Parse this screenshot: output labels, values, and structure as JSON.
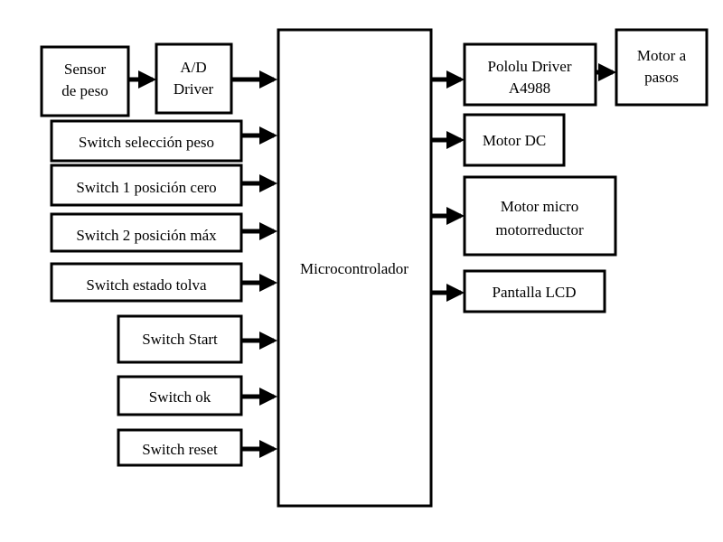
{
  "diagram": {
    "center": "Microcontrolador",
    "inputs": {
      "sensor": [
        "Sensor",
        "de peso"
      ],
      "ad_driver": [
        "A/D",
        "Driver"
      ],
      "switch_seleccion_peso": "Switch selección peso",
      "switch_1_posicion_cero": "Switch 1 posición cero",
      "switch_2_posicion_max": "Switch 2 posición máx",
      "switch_estado_tolva": "Switch estado tolva",
      "switch_start": "Switch Start",
      "switch_ok": "Switch ok",
      "switch_reset": "Switch reset"
    },
    "outputs": {
      "pololu_driver": [
        "Pololu Driver",
        "A4988"
      ],
      "motor_a_pasos": [
        "Motor a",
        "pasos"
      ],
      "motor_dc": "Motor DC",
      "motor_micro": [
        "Motor micro",
        "motorreductor"
      ],
      "pantalla_lcd": "Pantalla LCD"
    }
  }
}
